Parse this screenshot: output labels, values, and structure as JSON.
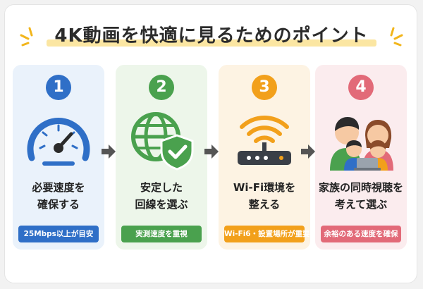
{
  "title": "4K動画を快適に見るためのポイント",
  "colors": {
    "blue": "#2f6fc7",
    "green": "#4aa14e",
    "orange": "#f2a01b",
    "red": "#e26a78",
    "blue_bg": "#eaf2fb",
    "green_bg": "#edf6ea",
    "orange_bg": "#fdf3e3",
    "red_bg": "#fbecee",
    "arrow": "#555555"
  },
  "steps": [
    {
      "number": "1",
      "label": "必要速度を\n確保する",
      "badge": "25Mbps以上が目安",
      "icon": "speedometer-icon"
    },
    {
      "number": "2",
      "label": "安定した\n回線を選ぶ",
      "badge": "実測速度を重視",
      "icon": "globe-shield-icon"
    },
    {
      "number": "3",
      "label": "Wi-Fi環境を\n整える",
      "badge": "Wi-Fi6・設置場所が重要",
      "icon": "wifi-router-icon"
    },
    {
      "number": "4",
      "label": "家族の同時視聴を\n考えて選ぶ",
      "badge": "余裕のある速度を確保",
      "icon": "family-laptop-icon"
    }
  ]
}
